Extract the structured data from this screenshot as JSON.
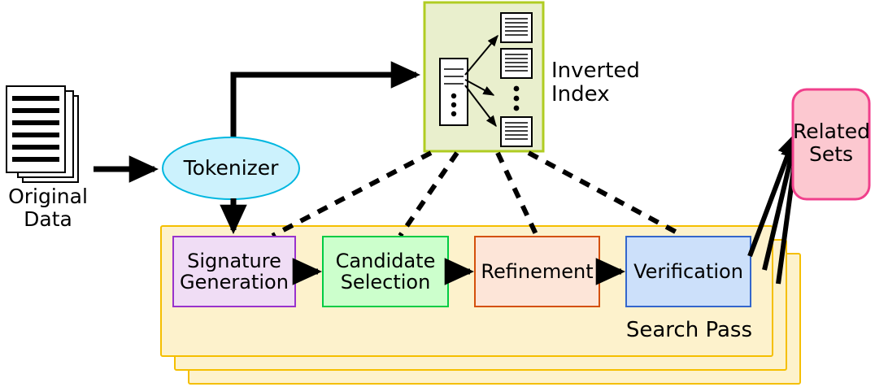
{
  "diagram": {
    "title": "Search pipeline with inverted index",
    "nodes": {
      "original_data": {
        "label": "Original\nData",
        "icon": "document-stack-icon",
        "sheets": 3,
        "lines_per_sheet": 6
      },
      "tokenizer": {
        "label": "Tokenizer",
        "shape": "ellipse",
        "fill": "#ccf2fd",
        "stroke": "#00b7e0"
      },
      "inverted_index": {
        "label": "Inverted\nIndex",
        "shape": "rect",
        "fill": "#e9efcd",
        "stroke": "#b0cc22",
        "icon": "inverted-index-icon",
        "posting_list_entries": 3,
        "posting_list_dots": 3,
        "document_cards": 3,
        "document_card_dots": 3,
        "fanout_arrows": 3
      },
      "related_sets": {
        "label": "Related\nSets",
        "shape": "rounded-rect",
        "fill": "#fcc8d0",
        "stroke": "#f0408c"
      }
    },
    "search_pass": {
      "label": "Search Pass",
      "fill": "#fdf2cc",
      "stroke": "#f5bf00",
      "layers": 3,
      "stages": [
        {
          "label": "Signature\nGeneration",
          "fill": "#f0ddf5",
          "stroke": "#9933cc"
        },
        {
          "label": "Candidate\nSelection",
          "fill": "#ccffcc",
          "stroke": "#00cc44"
        },
        {
          "label": "Refinement",
          "fill": "#fde5d8",
          "stroke": "#d4500a"
        },
        {
          "label": "Verification",
          "fill": "#cce0fa",
          "stroke": "#3366cc"
        }
      ]
    },
    "edges": [
      {
        "from": "original_data",
        "to": "tokenizer",
        "style": "solid",
        "arrow": true
      },
      {
        "from": "tokenizer",
        "to": "inverted_index",
        "style": "solid",
        "arrow": true
      },
      {
        "from": "tokenizer",
        "to": "signature_generation",
        "style": "solid",
        "arrow": true
      },
      {
        "from": "signature_generation",
        "to": "candidate_selection",
        "style": "solid",
        "arrow": true
      },
      {
        "from": "candidate_selection",
        "to": "refinement",
        "style": "solid",
        "arrow": true
      },
      {
        "from": "refinement",
        "to": "verification",
        "style": "solid",
        "arrow": true
      },
      {
        "from": "inverted_index",
        "to": "signature_generation",
        "style": "dashed",
        "arrow": false
      },
      {
        "from": "inverted_index",
        "to": "candidate_selection",
        "style": "dashed",
        "arrow": false
      },
      {
        "from": "inverted_index",
        "to": "refinement",
        "style": "dashed",
        "arrow": false
      },
      {
        "from": "inverted_index",
        "to": "verification",
        "style": "dashed",
        "arrow": false
      },
      {
        "from": "verification",
        "to": "related_sets",
        "style": "solid",
        "arrow": true,
        "count": 3
      }
    ],
    "colors": {
      "line": "#000000",
      "background": "#ffffff"
    }
  }
}
